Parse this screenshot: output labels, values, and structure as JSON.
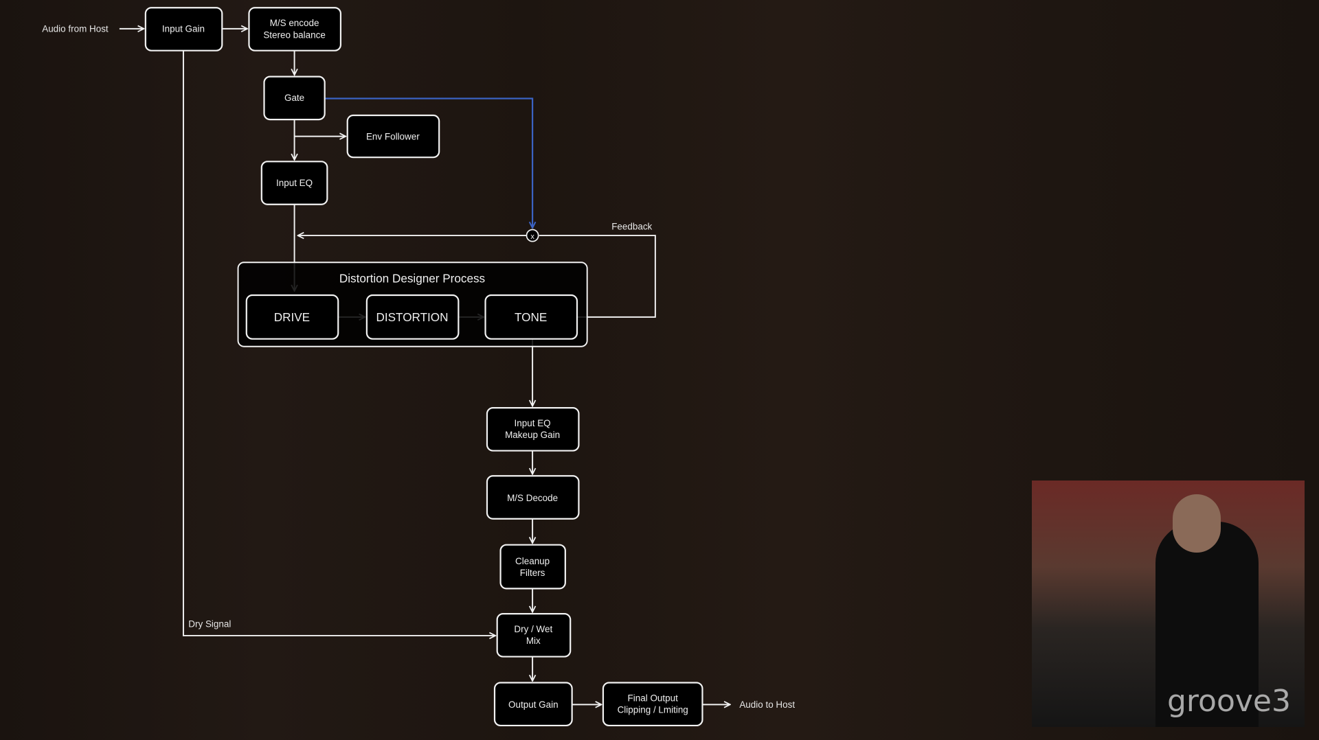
{
  "labels": {
    "audio_from_host": "Audio from Host",
    "audio_to_host": "Audio to Host",
    "feedback": "Feedback",
    "dry_signal": "Dry Signal",
    "multiply": "x"
  },
  "nodes": {
    "input_gain": "Input Gain",
    "ms_encode": [
      "M/S encode",
      "Stereo balance"
    ],
    "gate": "Gate",
    "env_follower": "Env Follower",
    "input_eq": "Input EQ",
    "process_title": "Distortion Designer Process",
    "drive": "DRIVE",
    "distortion": "DISTORTION",
    "tone": "TONE",
    "makeup": [
      "Input EQ",
      "Makeup Gain"
    ],
    "ms_decode": "M/S Decode",
    "cleanup": [
      "Cleanup",
      "Filters"
    ],
    "drywet": [
      "Dry / Wet",
      "Mix"
    ],
    "output_gain": "Output Gain",
    "final_output": [
      "Final Output",
      "Clipping / Lmiting"
    ]
  },
  "webcam": {
    "logo": "groove3"
  },
  "colors": {
    "line": "#f2f2f2",
    "sidechain": "#3b63c4"
  }
}
